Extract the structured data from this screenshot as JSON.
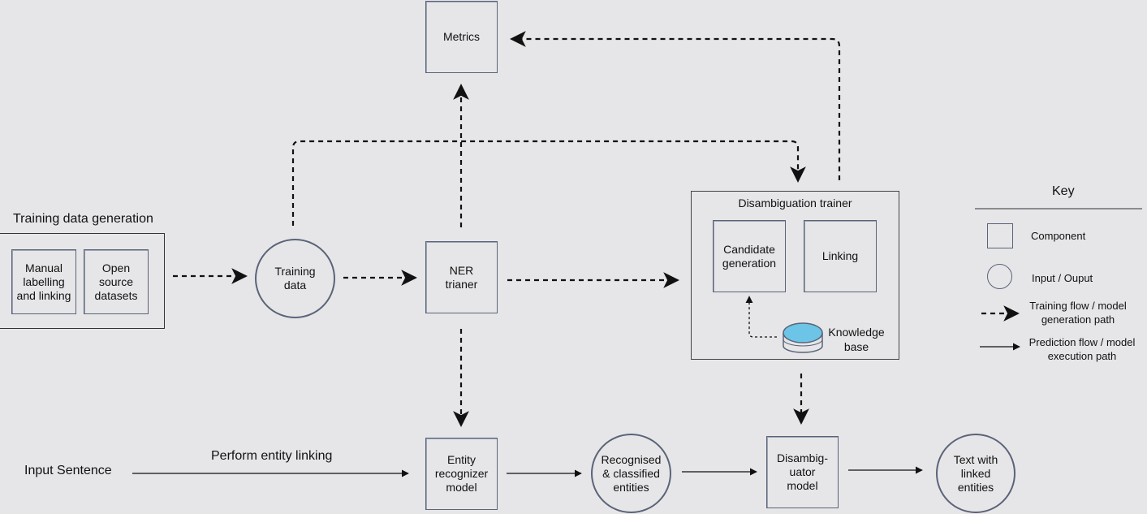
{
  "sections": {
    "training_data_generation": "Training data generation",
    "disambiguation_trainer": "Disambiguation trainer",
    "perform_entity_linking": "Perform entity linking"
  },
  "nodes": {
    "metrics": "Metrics",
    "manual_labelling": "Manual\nlabelling\nand linking",
    "open_source": "Open\nsource\ndatasets",
    "training_data": "Training\ndata",
    "ner_trainer": "NER\ntrianer",
    "candidate_generation": "Candidate\ngeneration",
    "linking": "Linking",
    "knowledge_base": "Knowledge\nbase",
    "input_sentence": "Input Sentence",
    "entity_recognizer": "Entity\nrecognizer\nmodel",
    "recognised_entities": "Recognised\n& classified\nentities",
    "disambiguator_model": "Disambig-\nuator\nmodel",
    "text_linked": "Text with\nlinked\nentities"
  },
  "key": {
    "title": "Key",
    "component": "Component",
    "input_output": "Input / Ouput",
    "training_flow": "Training flow / model\ngeneration path",
    "prediction_flow": "Prediction flow / model\nexecution path"
  },
  "colors": {
    "border": "#5a6378",
    "background": "#e6e6e8",
    "knowledge_base_fill": "#6cc4e6"
  }
}
